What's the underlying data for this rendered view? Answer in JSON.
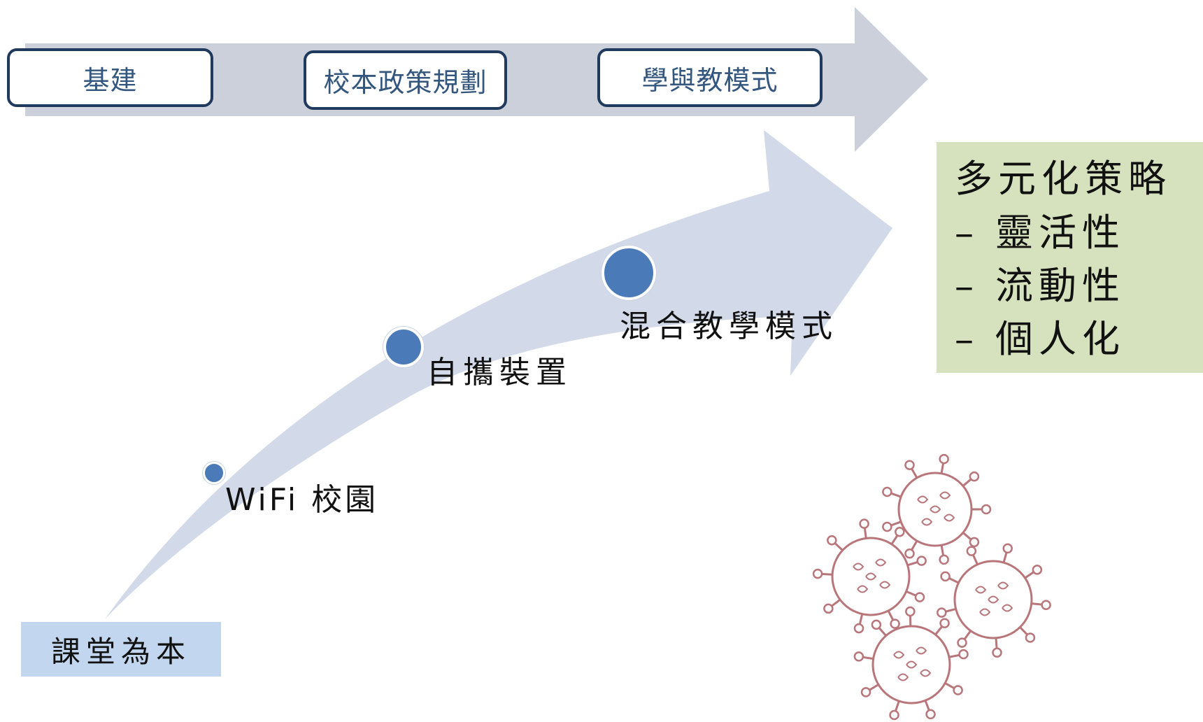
{
  "stages": [
    {
      "label": "基建"
    },
    {
      "label": "校本政策規劃"
    },
    {
      "label": "學與教模式"
    }
  ],
  "milestones": [
    {
      "label": "WiFi 校園"
    },
    {
      "label": "自攜裝置"
    },
    {
      "label": "混合教學模式"
    }
  ],
  "base": {
    "label": "課堂為本"
  },
  "strategy": {
    "title": "多元化策略",
    "dash": "–",
    "items": [
      {
        "label": "靈活性"
      },
      {
        "label": "流動性"
      },
      {
        "label": "個人化"
      }
    ]
  },
  "colors": {
    "top_arrow": "#ccd0da",
    "curve_arrow": "#d2d9e8",
    "box_border": "#1f3a5c",
    "box_text": "#33567f",
    "dot": "#4a7ab8",
    "base_fill": "#c3d6ef",
    "strategy_fill": "#d6e2bd",
    "virus": "#b8767a"
  },
  "icons": {
    "virus_cluster": "virus-cluster-icon"
  }
}
